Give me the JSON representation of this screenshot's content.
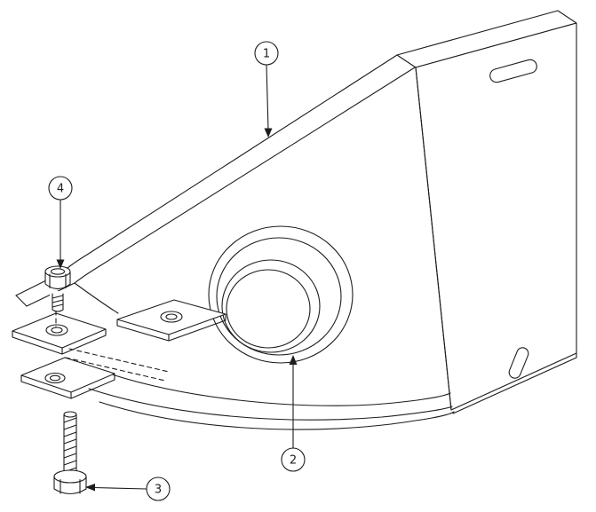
{
  "diagram": {
    "background_color": "#ffffff",
    "line_color": "#1d1d1d",
    "callouts": [
      {
        "label": "1"
      },
      {
        "label": "2"
      },
      {
        "label": "3"
      },
      {
        "label": "4"
      }
    ]
  }
}
